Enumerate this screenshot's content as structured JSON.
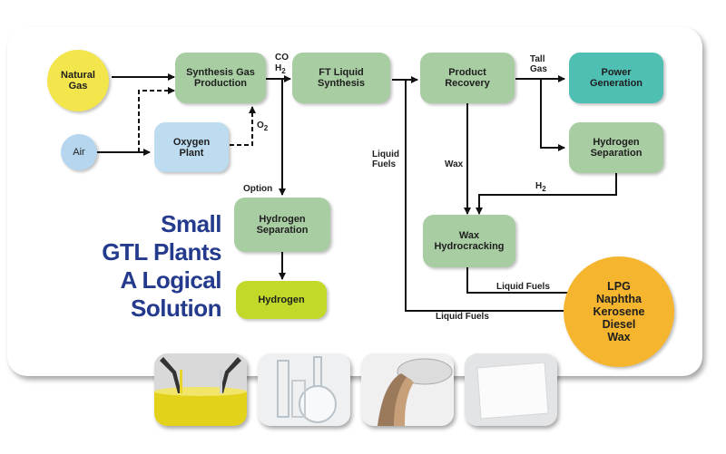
{
  "nodes": {
    "natural_gas": "Natural\nGas",
    "air": "Air",
    "synthesis_gas": "Synthesis Gas\nProduction",
    "oxygen_plant": "Oxygen\nPlant",
    "ft_synthesis": "FT Liquid\nSynthesis",
    "product_recovery": "Product\nRecovery",
    "power_generation": "Power\nGeneration",
    "hydrogen_separation_right": "Hydrogen\nSeparation",
    "hydrogen_separation_left": "Hydrogen\nSeparation",
    "hydrogen": "Hydrogen",
    "wax_hydrocracking": "Wax\nHydrocracking",
    "products": "LPG\nNaphtha\nKerosene\nDiesel\nWax"
  },
  "labels": {
    "co": "CO",
    "h2_top": "H",
    "h2_top_sub": "2",
    "o2": "O",
    "o2_sub": "2",
    "tall_gas": "Tall\nGas",
    "liquid_fuels_side": "Liquid\nFuels",
    "wax": "Wax",
    "h2_right": "H",
    "h2_right_sub": "2",
    "option": "Option",
    "liquid_fuels_upper": "Liquid Fuels",
    "liquid_fuels_lower": "Liquid Fuels"
  },
  "title": {
    "line1": "Small",
    "line2": "GTL Plants",
    "line3": "A Logical",
    "line4": "Solution"
  },
  "colors": {
    "process_box": "#a9cda3",
    "power_box": "#4fbfb3",
    "oxygen_box": "#bedcf0",
    "hydrogen_box": "#c2d92a",
    "natural_gas": "#f3e54c",
    "air": "#b5d6ee",
    "products": "#f5b52f",
    "title": "#243a8c"
  }
}
